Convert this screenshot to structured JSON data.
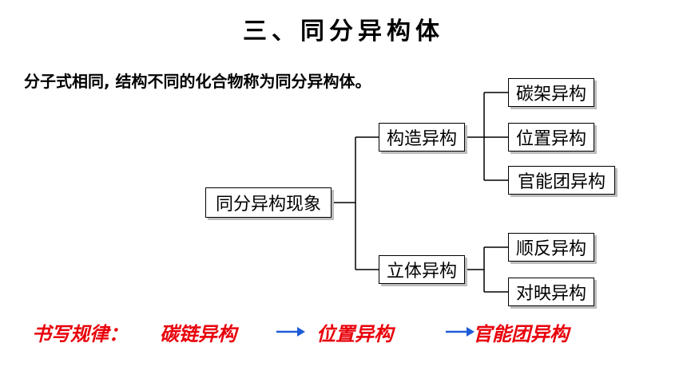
{
  "title": "三、同分异构体",
  "definition": "分子式相同, 结构不同的化合物称为同分异构体。",
  "tree": {
    "root": "同分异构现象",
    "structural": {
      "label": "构造异构",
      "children": [
        "碳架异构",
        "位置异构",
        "官能团异构"
      ]
    },
    "stereo": {
      "label": "立体异构",
      "children": [
        "顺反异构",
        "对映异构"
      ]
    }
  },
  "rule": {
    "prefix": "书写规律：",
    "steps": [
      "碳链异构",
      "位置异构",
      "官能团异构"
    ]
  },
  "colors": {
    "rule_text": "#e8000b",
    "arrow": "#1f5bd8",
    "line": "#000000"
  }
}
